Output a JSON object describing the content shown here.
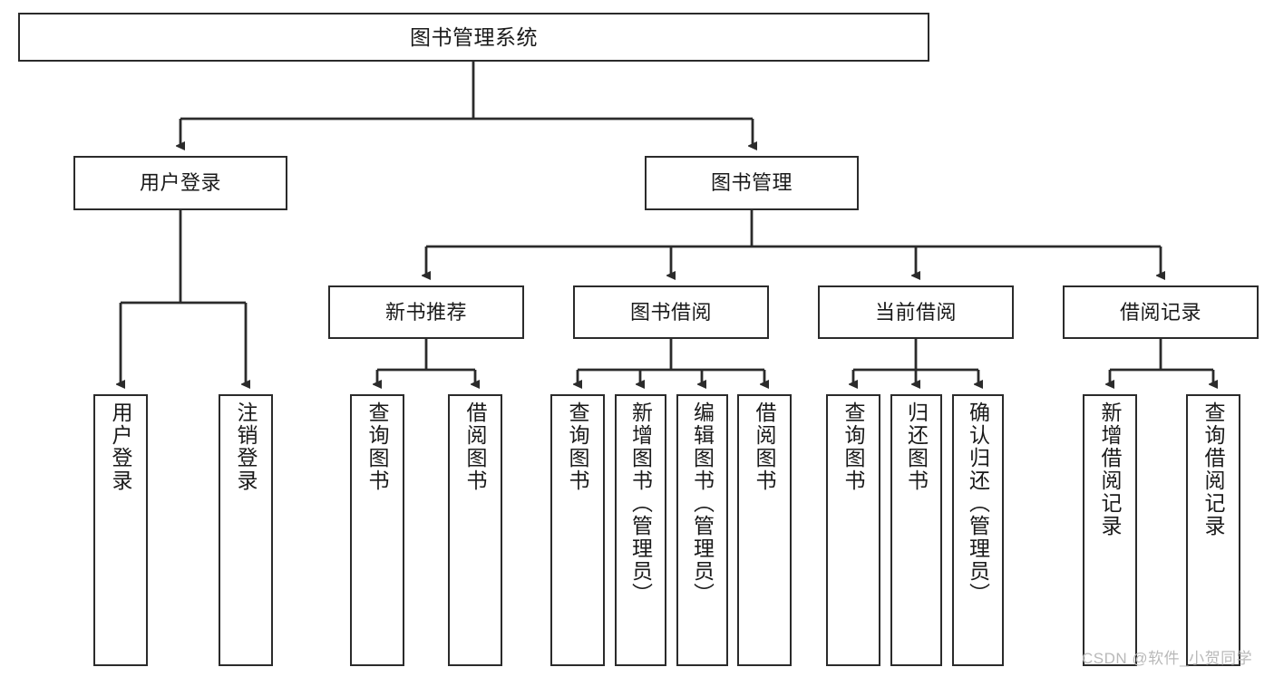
{
  "diagram": {
    "title": "图书管理系统",
    "type": "tree",
    "orientation": "top-down",
    "colors": {
      "node_border": "#2b2b2b",
      "node_fill": "#ffffff",
      "edge": "#2b2b2b",
      "text": "#1a1a1a",
      "watermark": "#b9b9b9",
      "background": "#ffffff"
    },
    "root": {
      "label": "图书管理系统"
    },
    "level2": [
      {
        "label": "用户登录"
      },
      {
        "label": "图书管理"
      }
    ],
    "level3": [
      {
        "label": "新书推荐"
      },
      {
        "label": "图书借阅"
      },
      {
        "label": "当前借阅"
      },
      {
        "label": "借阅记录"
      }
    ],
    "leaves": {
      "user_login": [
        {
          "label": "用户登录"
        },
        {
          "label": "注销登录"
        }
      ],
      "new_book_recommend": [
        {
          "label": "查询图书"
        },
        {
          "label": "借阅图书"
        }
      ],
      "book_borrow": [
        {
          "label": "查询图书"
        },
        {
          "label": "新增图书（管理员）"
        },
        {
          "label": "编辑图书（管理员）"
        },
        {
          "label": "借阅图书"
        }
      ],
      "current_borrow": [
        {
          "label": "查询图书"
        },
        {
          "label": "归还图书"
        },
        {
          "label": "确认归还（管理员）"
        }
      ],
      "borrow_record": [
        {
          "label": "新增借阅记录"
        },
        {
          "label": "查询借阅记录"
        }
      ]
    }
  },
  "watermark": {
    "text": "CSDN @软件_小贺同学"
  }
}
